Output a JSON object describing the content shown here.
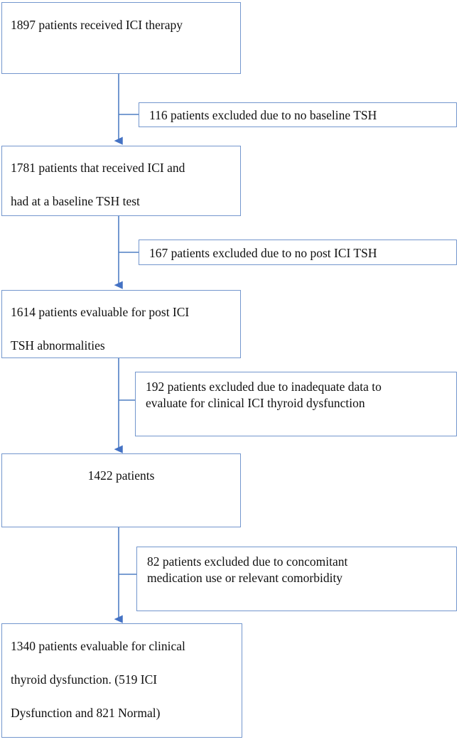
{
  "figure": {
    "type": "flowchart",
    "orientation": "top-to-bottom",
    "palette": {
      "box_border": "#7396cd",
      "connector": "#4f7fc4",
      "arrowhead": "#4472c4",
      "box_fill": "#ffffff",
      "text": "#101010"
    }
  },
  "nodes": {
    "n1": {
      "label": "1897 patients received ICI therapy"
    },
    "e1": {
      "label": "116 patients excluded due to no baseline TSH"
    },
    "n2": {
      "label": "1781 patients that received ICI and\nhad at a baseline TSH test"
    },
    "e2": {
      "label": "167 patients excluded due to no post ICI TSH"
    },
    "n3": {
      "label": "1614 patients evaluable for post ICI\nTSH abnormalities"
    },
    "e3": {
      "label": "192 patients excluded due to inadequate data to\nevaluate for clinical ICI thyroid dysfunction"
    },
    "n4": {
      "label": "1422 patients"
    },
    "e4": {
      "label": "82 patients excluded due to concomitant\nmedication use or relevant comorbidity"
    },
    "n5": {
      "label": "1340 patients evaluable for clinical\nthyroid dysfunction. (519 ICI\nDysfunction and 821 Normal)"
    }
  },
  "chart_data": {
    "type": "flowchart",
    "title": "",
    "stages": [
      {
        "id": "n1",
        "n": 1897,
        "text": "1897 patients received ICI therapy"
      },
      {
        "id": "n2",
        "n": 1781,
        "text": "1781 patients that received ICI and had at a baseline TSH test"
      },
      {
        "id": "n3",
        "n": 1614,
        "text": "1614 patients evaluable for post ICI TSH abnormalities"
      },
      {
        "id": "n4",
        "n": 1422,
        "text": "1422 patients"
      },
      {
        "id": "n5",
        "n": 1340,
        "text": "1340 patients evaluable for clinical thyroid dysfunction. (519 ICI Dysfunction and 821 Normal)"
      }
    ],
    "exclusions": [
      {
        "id": "e1",
        "n": 116,
        "reason": "no baseline TSH",
        "after": "n1"
      },
      {
        "id": "e2",
        "n": 167,
        "reason": "no post ICI TSH",
        "after": "n2"
      },
      {
        "id": "e3",
        "n": 192,
        "reason": "inadequate data to evaluate for clinical ICI thyroid dysfunction",
        "after": "n3"
      },
      {
        "id": "e4",
        "n": 82,
        "reason": "concomitant medication use or relevant comorbidity",
        "after": "n4"
      }
    ],
    "final_split": {
      "ICI Dysfunction": 519,
      "Normal": 821,
      "total": 1340
    }
  }
}
